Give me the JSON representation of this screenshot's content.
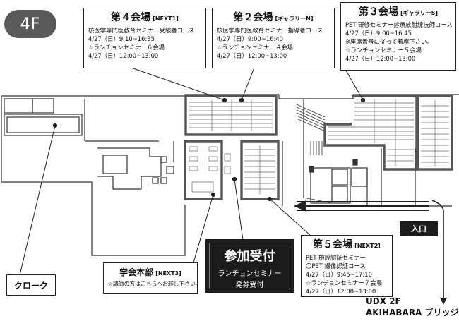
{
  "floor": "4F",
  "venues": {
    "v4": {
      "name": "第４会場",
      "room": "[NEXT1]",
      "lines": [
        "核医学専門医教育セミナー受験者コース",
        "4/27（日）9:10~16:35",
        "☆ランチョンセミナー６会場",
        "4/27（日）12:00~13:00"
      ]
    },
    "v2": {
      "name": "第２会場",
      "room": "[ギャラリーN]",
      "lines": [
        "核医学専門医教育セミナー指導者コース",
        "4/27（日）9:00~16:40",
        "☆ランチョンセミナー４会場",
        "4/27（日）12:00~13:00"
      ]
    },
    "v3": {
      "name": "第３会場",
      "room": "[ギャラリーS]",
      "lines": [
        "PET 研修セミナー診療放射線技師コース",
        "4/27（日）9:00~16:45",
        "※座席番号に従って着席下さい。",
        "☆ランチョンセミナー５会場",
        "4/27（日）12:00~13:00"
      ]
    },
    "v5": {
      "name": "第５会場",
      "room": "[NEXT2]",
      "lines": [
        "PET 施設認証セミナー",
        "〇PET 撮像認証コース",
        "4/27（日）9:45~17:10",
        "☆ランチョンセミナー７会場",
        "4/27（日）12:00~13:00"
      ]
    }
  },
  "reception": {
    "title": "参加受付",
    "line1": "ランチョンセミナー",
    "line2": "発券受付"
  },
  "headquarters": {
    "name": "学会本部",
    "room": "[NEXT3]",
    "note": "☆講師の方はこちらへお越し下さい。"
  },
  "cloakroom": "クローク",
  "entrance": "入口",
  "bridge": {
    "line1": "UDX 2F",
    "line2": "AKIHABARA ブリッジ"
  },
  "colors": {
    "badge": "#595959",
    "label_fill": "#1c1c1c",
    "venue_outline": "#555555"
  }
}
